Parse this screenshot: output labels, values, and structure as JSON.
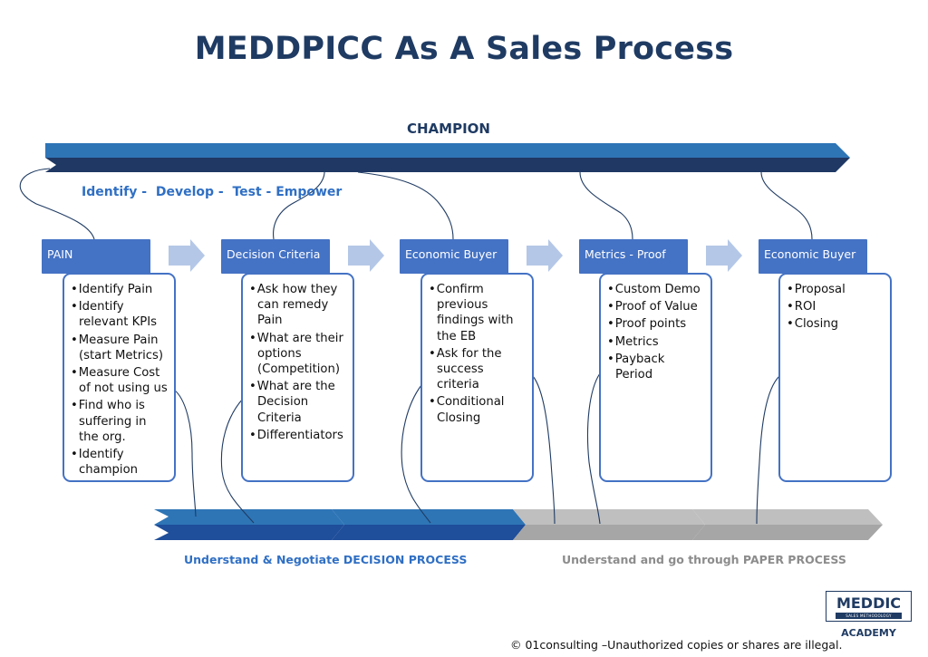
{
  "title": "MEDDPICC As A Sales Process",
  "champion": {
    "label": "CHAMPION",
    "subtitle": "Identify -  Develop -  Test - Empower"
  },
  "stages": [
    {
      "header": "PAIN",
      "items": [
        "Identify Pain",
        "Identify relevant KPIs",
        "Measure Pain (start Metrics)",
        "Measure Cost of not using us",
        "Find who is suffering in the org.",
        "Identify champion"
      ]
    },
    {
      "header": "Decision Criteria",
      "items": [
        "Ask how they can remedy Pain",
        "What are their options (Competition)",
        "What are the Decision Criteria",
        "Differentiators"
      ]
    },
    {
      "header": "Economic Buyer",
      "items": [
        "Confirm previous findings with the EB",
        "Ask for the success criteria",
        "Conditional Closing"
      ]
    },
    {
      "header": "Metrics - Proof",
      "items": [
        "Custom Demo",
        "Proof of Value",
        "Proof points",
        "Metrics",
        "Payback Period"
      ]
    },
    {
      "header": "Economic Buyer",
      "items": [
        "Proposal",
        "ROI",
        "Closing"
      ]
    }
  ],
  "bottom": {
    "decision_process": "Understand & Negotiate DECISION PROCESS",
    "paper_process": "Understand and go through PAPER PROCESS"
  },
  "logo": {
    "name": "MEDDIC",
    "tagline": "SALES METHODOLOGY",
    "academy": "ACADEMY"
  },
  "copyright": "© 01consulting –Unauthorized copies or shares are illegal.",
  "colors": {
    "navy": "#1f3b63",
    "blue": "#4472c4",
    "dark_arrow": "#1f3864",
    "arrow_blue": "#2e75b6",
    "grey": "#a6a6a6",
    "light_arrow": "#b4c7e7"
  }
}
